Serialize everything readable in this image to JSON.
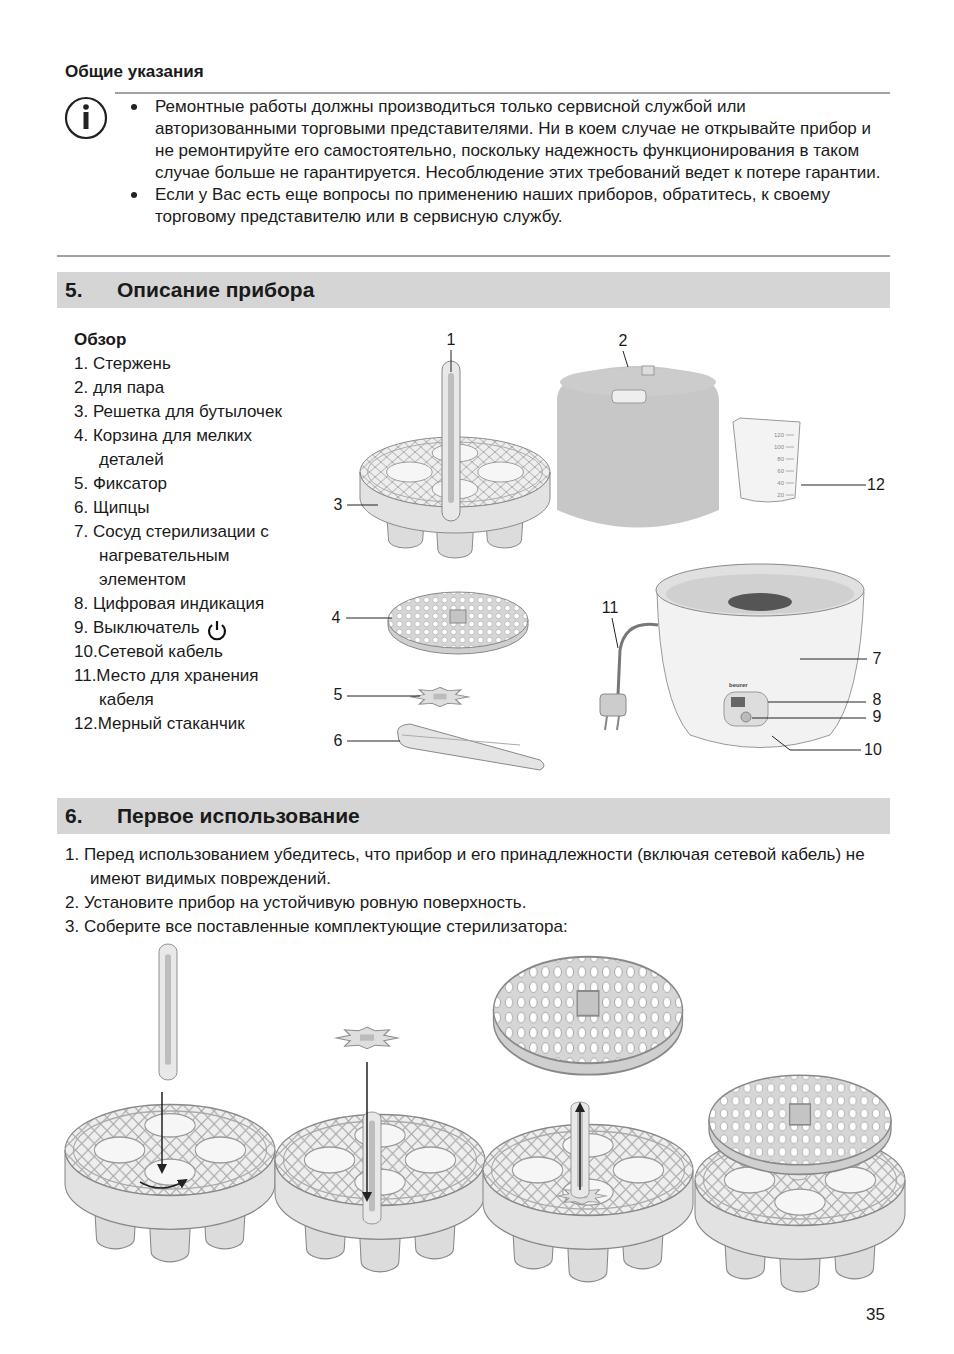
{
  "diagram": {
    "title": "Общие указания",
    "nodes": [
      {
        "text": [
          "5.",
          "Описание прибора"
        ]
      },
      {
        "text": [
          "6.",
          "Первое использование"
        ]
      }
    ],
    "labels": [
      "Ремонтные работы должны производиться только сервисной службой или авторизованными торговыми представителями. Ни в коем случае не открывайте прибор и не ремонтируйте его самостоятельно, поскольку надежность функционирования в таком случае больше не гарантируется. Несоблюдение этих требований ведет к потере гарантии.",
      "Если у Вас есть еще вопросы по применению наших приборов, обратитесь, к своему торговому представителю или в сервисную службу.",
      "Обзор",
      "1. Стержень",
      "2. для пара",
      "3. Решетка для бутылочек",
      "4. Корзина для мелких деталей",
      "5. Фиксатор",
      "6. Щипцы",
      "7. Сосуд стерилизации с нагревательным элементом",
      "8. Цифровая индикация",
      "9. Выключатель",
      "10.Сетевой кабель",
      "11.Место для хранения кабеля",
      "12.Мерный стаканчик",
      "1",
      "2",
      "3",
      "4",
      "5",
      "6",
      "7",
      "8",
      "9",
      "10",
      "11",
      "12",
      "120",
      "100",
      "80",
      "60",
      "40",
      "20",
      "beurer",
      "1. Перед использованием убедитесь, что прибор и его принадлежности (включая сетевой кабель) не имеют видимых повреждений.",
      "2. Установите прибор на устойчивую ровную поверхность.",
      "3. Соберите все поставленные комплектующие стерилизатора:",
      "35"
    ]
  }
}
